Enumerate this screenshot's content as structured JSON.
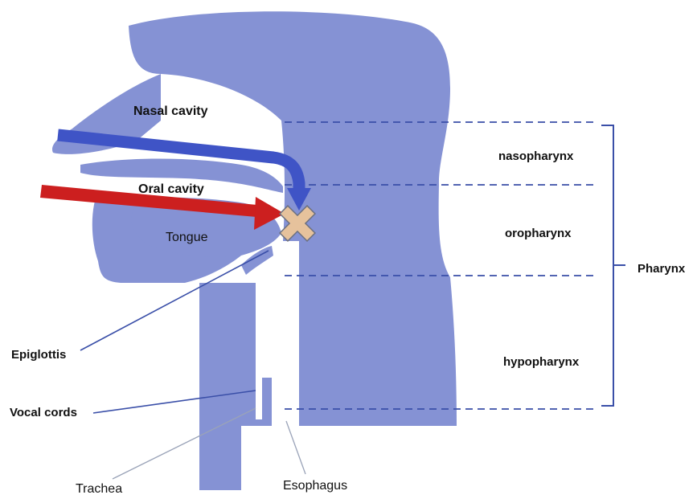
{
  "labels": {
    "nasal_cavity": "Nasal cavity",
    "oral_cavity": "Oral cavity",
    "tongue": "Tongue",
    "nasopharynx": "nasopharynx",
    "oropharynx": "oropharynx",
    "hypopharynx": "hypopharynx",
    "pharynx": "Pharynx",
    "epiglottis": "Epiglottis",
    "vocal_cords": "Vocal cords",
    "trachea": "Trachea",
    "esophagus": "Esophagus"
  },
  "colors": {
    "anatomy": "#8592d4",
    "nasal_airflow_arrow": "#3f54c6",
    "oral_airflow_arrow": "#cc1f1f",
    "obstruction_marker": "#e6c29c",
    "dividers": "#3a4fa8",
    "leader_lines": "#3a4fa8",
    "leader_lines_light": "#9aa3b8"
  },
  "icons": {
    "obstruction": "x-cross-icon"
  }
}
